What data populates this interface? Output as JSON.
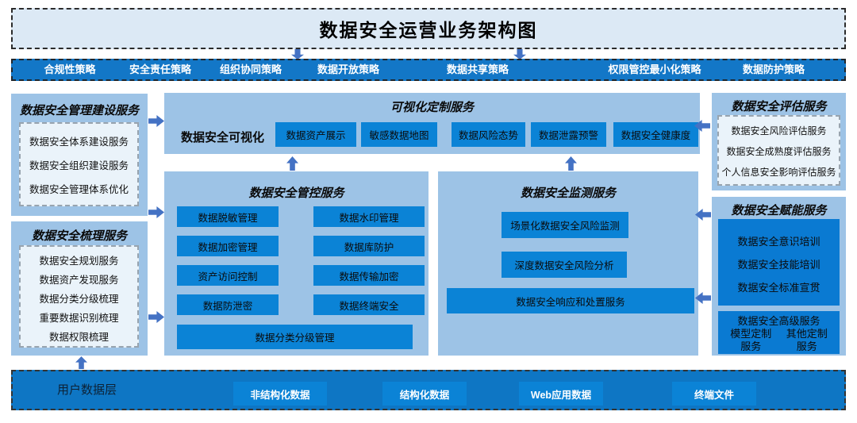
{
  "title": "数据安全运营业务架构图",
  "strategy_bar": {
    "items": [
      "合规性策略",
      "安全责任策略",
      "组织协同策略",
      "数据开放策略",
      "数据共享策略",
      "权限管控最小化策略",
      "数据防护策略"
    ]
  },
  "left_column": {
    "build_panel": {
      "title": "数据安全管理建设服务",
      "items": [
        "数据安全体系建设服务",
        "数据安全组织建设服务",
        "数据安全管理体系优化"
      ]
    },
    "sort_panel": {
      "title": "数据安全梳理服务",
      "items": [
        "数据安全规划服务",
        "数据资产发现服务",
        "数据分类分级梳理",
        "重要数据识别梳理",
        "数据权限梳理"
      ]
    }
  },
  "center": {
    "viz_panel": {
      "title": "可视化定制服务",
      "label": "数据安全可视化",
      "items": [
        "数据资产展示",
        "敏感数据地图",
        "数据风险态势",
        "数据泄露预警",
        "数据安全健康度"
      ]
    },
    "control_panel": {
      "title": "数据安全管控服务",
      "left_items": [
        "数据脱敏管理",
        "数据加密管理",
        "资产访问控制",
        "数据防泄密"
      ],
      "right_items": [
        "数据水印管理",
        "数据库防护",
        "数据传输加密",
        "数据终端安全"
      ],
      "bottom_item": "数据分类分级管理"
    },
    "monitor_panel": {
      "title": "数据安全监测服务",
      "items": [
        "场景化数据安全风险监测",
        "深度数据安全风险分析"
      ],
      "wide_item": "数据安全响应和处置服务"
    }
  },
  "right_column": {
    "eval_panel": {
      "title": "数据安全评估服务",
      "items": [
        "数据安全风险评估服务",
        "数据安全成熟度评估服务",
        "个人信息安全影响评估服务"
      ]
    },
    "enable_panel": {
      "title": "数据安全赋能服务",
      "training_items": [
        "数据安全意识培训",
        "数据安全技能培训",
        "数据安全标准宣贯"
      ],
      "advanced_title": "数据安全高级服务",
      "advanced_items": [
        "模型定制服务",
        "其他定制服务"
      ]
    }
  },
  "bottom_bar": {
    "label": "用户数据层",
    "items": [
      "非结构化数据",
      "结构化数据",
      "Web应用数据",
      "终端文件"
    ]
  },
  "colors": {
    "chip_blue": "#0b83d6",
    "panel_blue": "#9dc3e6",
    "bar_blue": "#1377c7",
    "title_bg": "#dce9f5",
    "arrow_blue": "#4472c4",
    "inner_bg": "#eaf3fa"
  }
}
